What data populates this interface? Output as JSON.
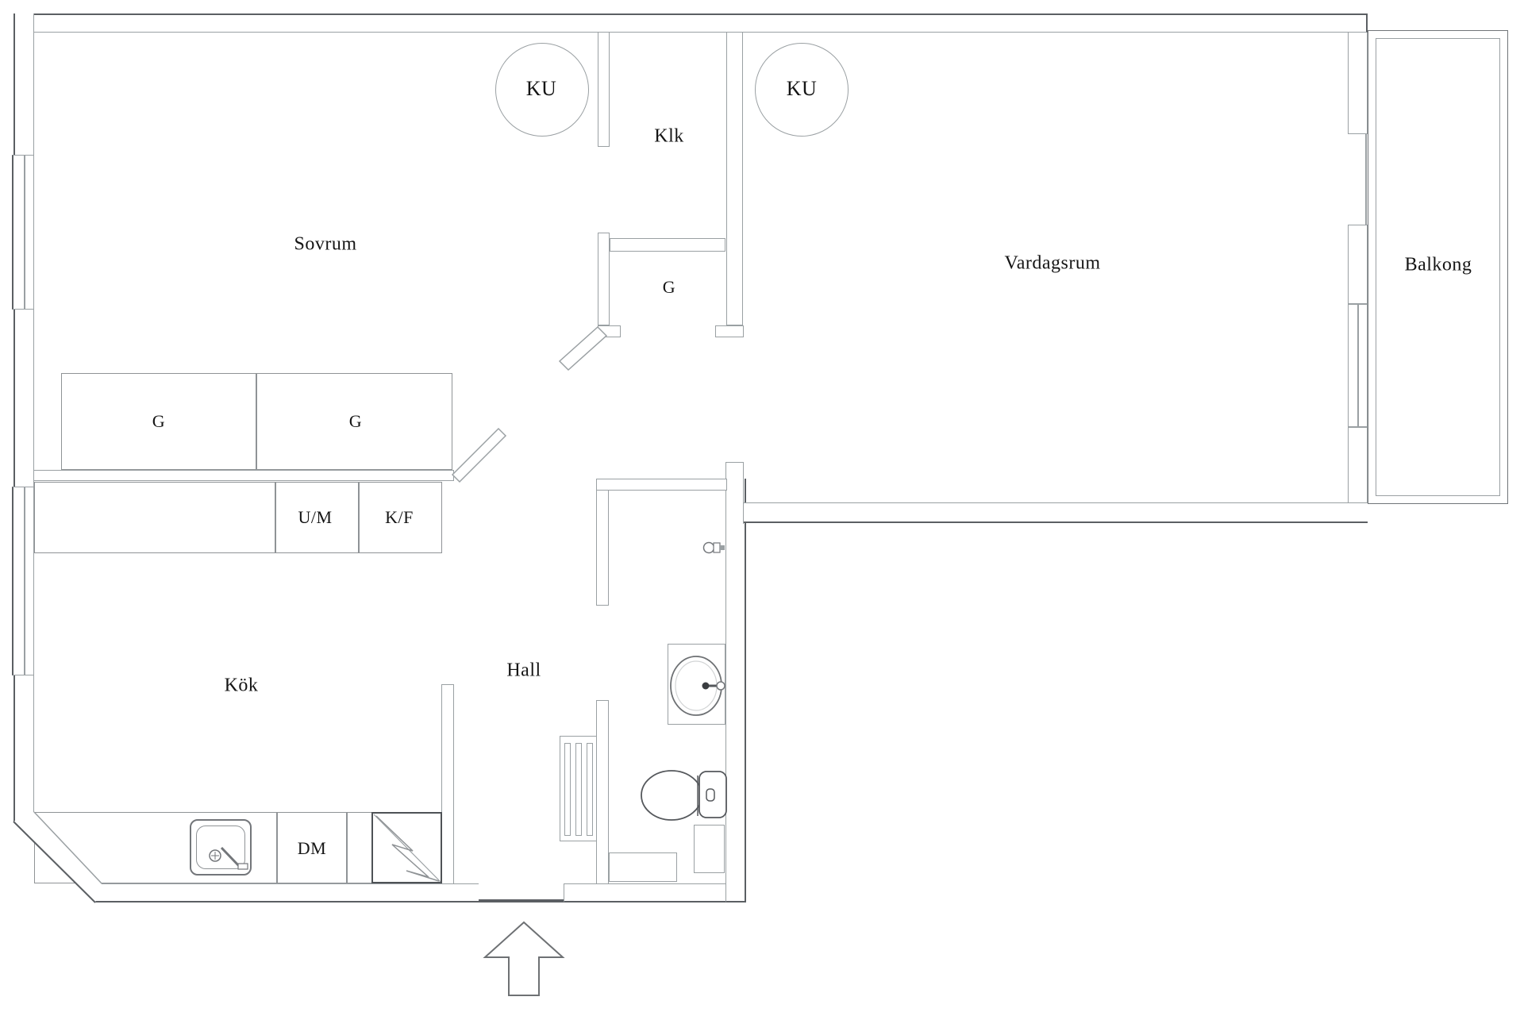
{
  "colors": {
    "outline_dark": "#5b5f63",
    "wall_light": "#9aa0a3",
    "fixture_stroke": "#73767a",
    "text": "#151515",
    "background": "#ffffff"
  },
  "labels": {
    "sovrum": "Sovrum",
    "klk": "Klk",
    "vardagsrum": "Vardagsrum",
    "balkong": "Balkong",
    "kok": "Kök",
    "hall": "Hall",
    "ku": "KU",
    "g": "G",
    "um": "U/M",
    "kf": "K/F",
    "dm": "DM"
  }
}
